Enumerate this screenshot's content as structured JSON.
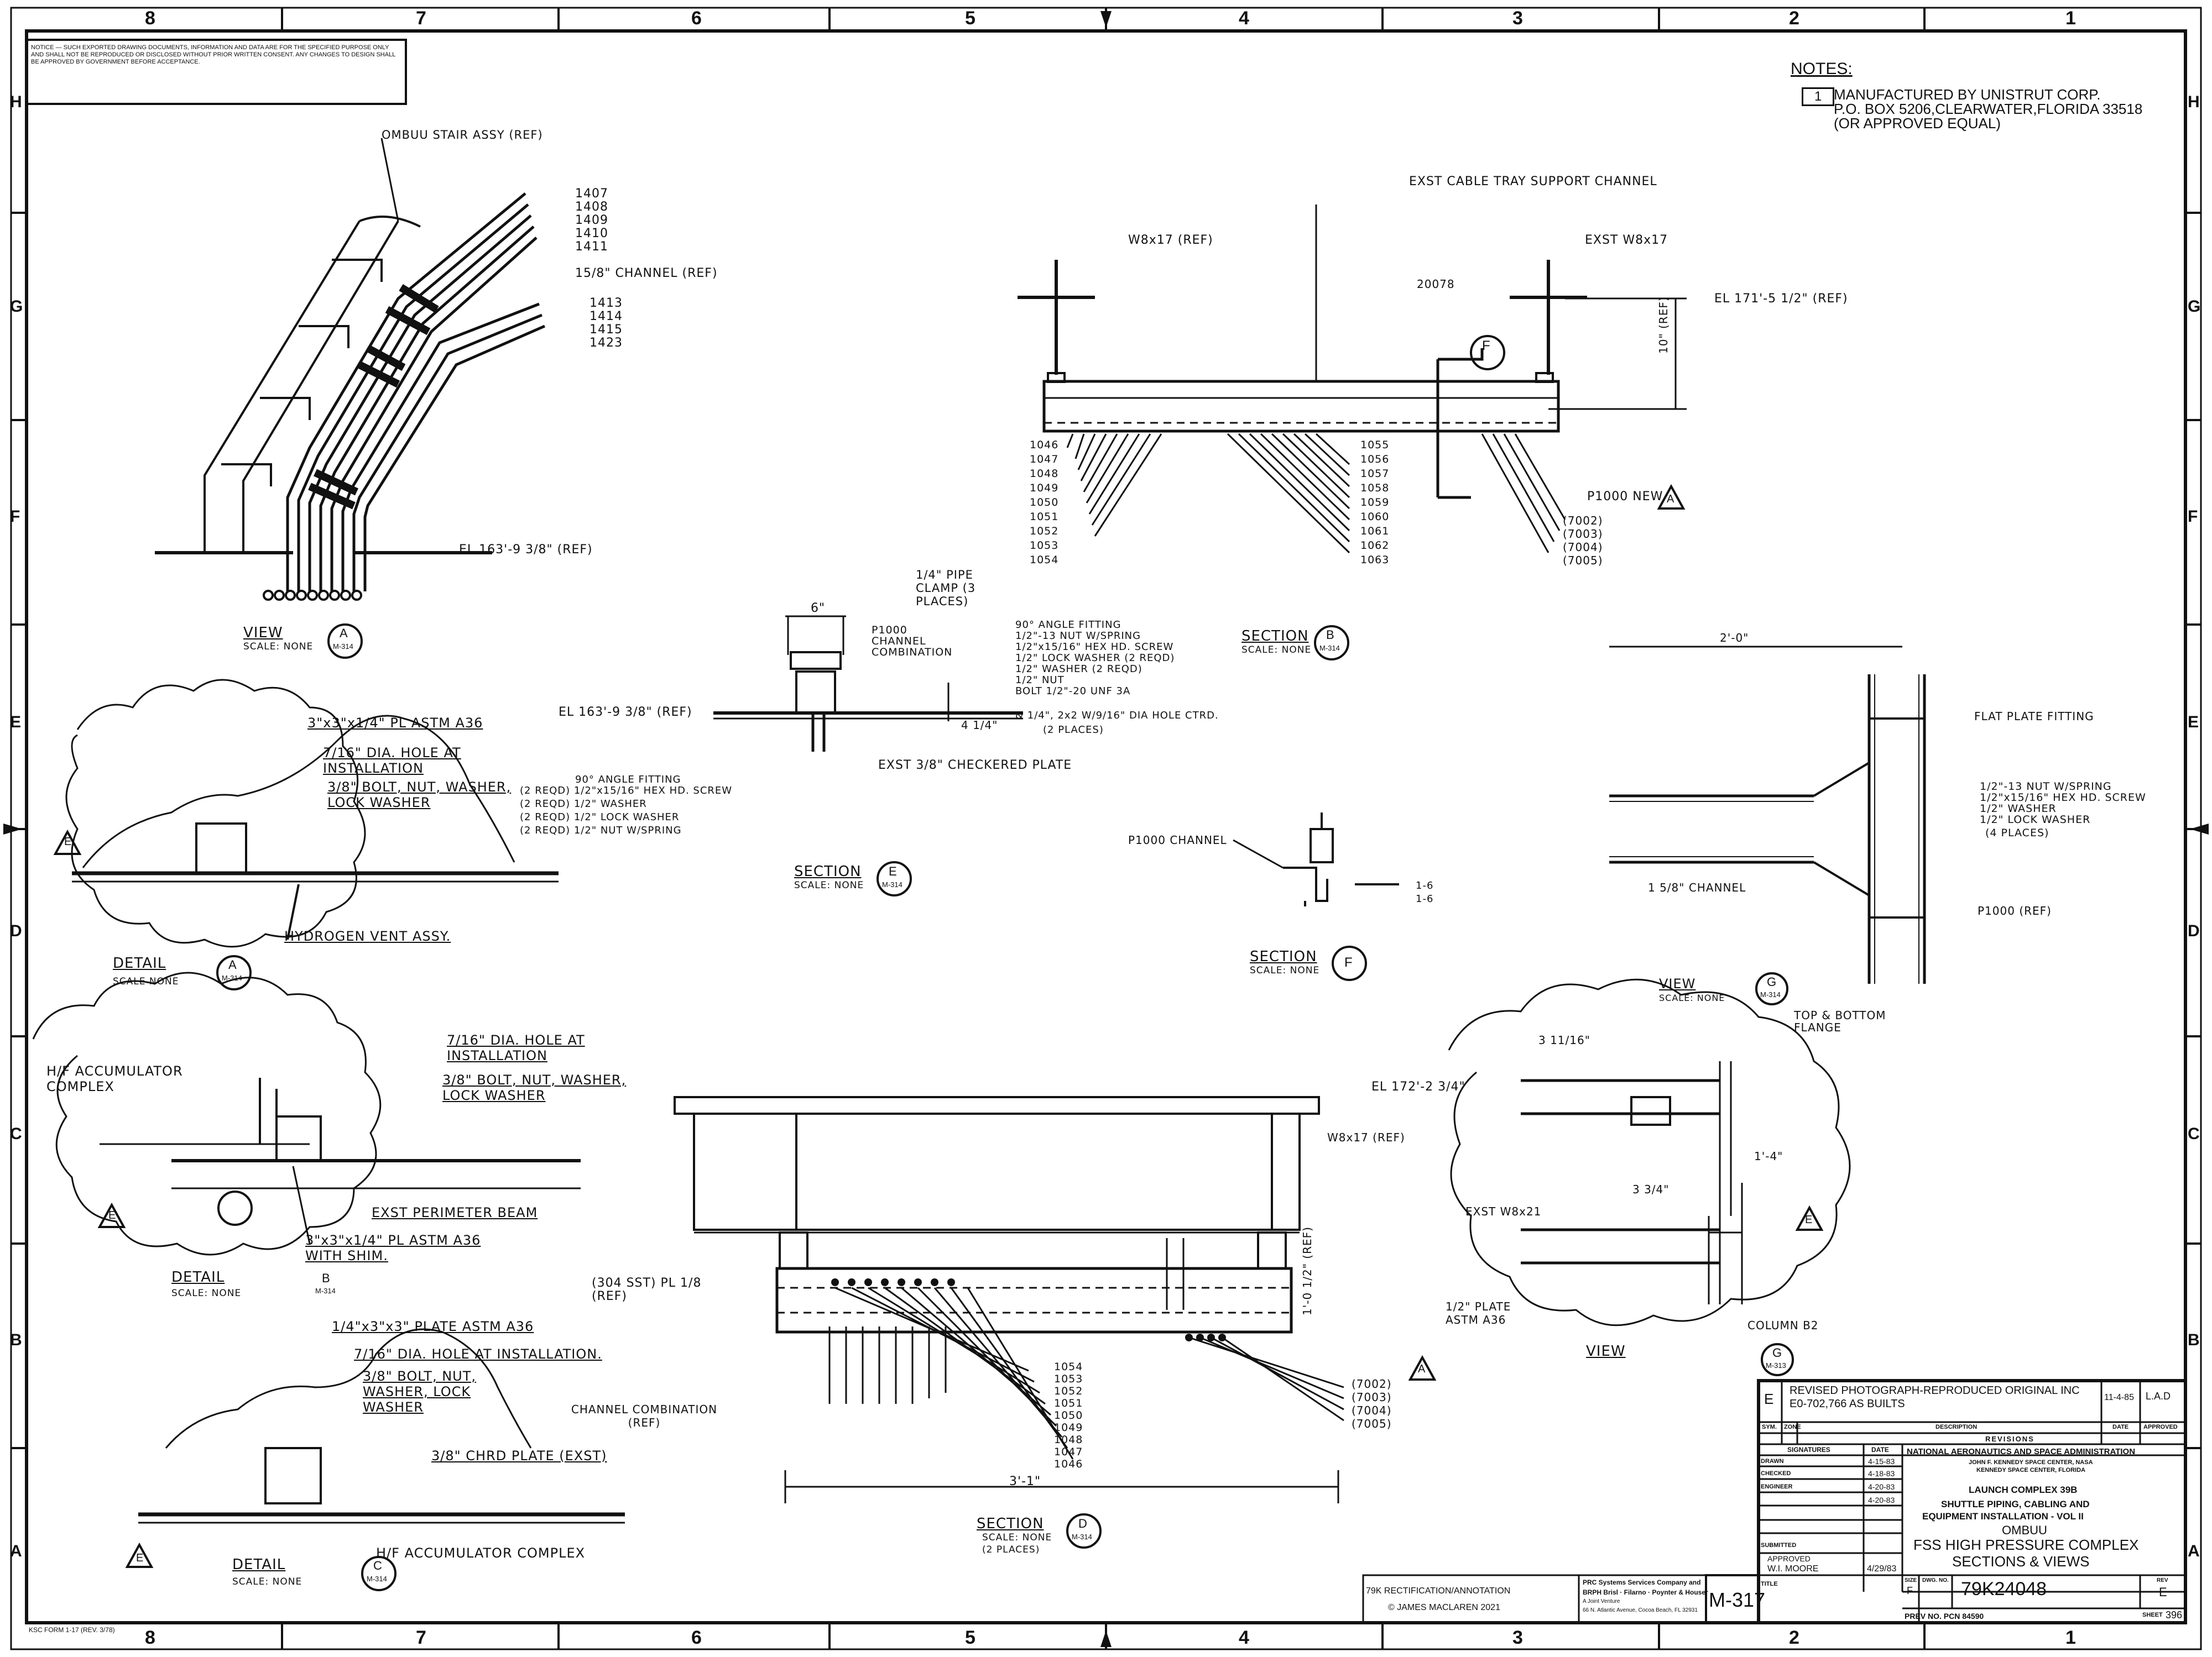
{
  "border": {
    "top_cols": [
      "8",
      "7",
      "6",
      "5",
      "4",
      "3",
      "2",
      "1"
    ],
    "rows": [
      "H",
      "G",
      "F",
      "E",
      "D",
      "C",
      "B",
      "A"
    ]
  },
  "warning_note": "NOTICE — SUCH EXPORTED DRAWING DOCUMENTS, INFORMATION AND DATA ARE FOR THE SPECIFIED PURPOSE ONLY AND SHALL NOT BE REPRODUCED OR DISCLOSED WITHOUT PRIOR WRITTEN CONSENT. ANY CHANGES TO DESIGN SHALL BE APPROVED BY GOVERNMENT BEFORE ACCEPTANCE.",
  "notes": {
    "title": "NOTES:",
    "items": [
      "MANUFACTURED BY UNISTRUT CORP.",
      "P.O. BOX 5206,CLEARWATER,FLORIDA 33518",
      "(OR APPROVED EQUAL)"
    ],
    "flag": "1"
  },
  "view_a": {
    "stair_ref": "OMBUU STAIR ASSY (REF)",
    "callouts_top": [
      "1407",
      "1408",
      "1409",
      "1410",
      "1411"
    ],
    "channel": "15/8\" CHANNEL (REF)",
    "callouts_bottom": [
      "1413",
      "1414",
      "1415",
      "1423"
    ],
    "elevation": "EL 163'-9 3/8\" (REF)",
    "title": "VIEW",
    "scale": "SCALE: NONE",
    "bubble_letter": "A",
    "bubble_sheet": "M-314"
  },
  "section_b": {
    "support": "EXST CABLE TRAY SUPPORT CHANNEL",
    "beam_left": "W8x17 (REF)",
    "beam_right": "EXST W8x17",
    "part": "20078",
    "elevation": "EL 171'-5 1/2\" (REF)",
    "dimension": "10\" (REF)",
    "callouts_left": [
      "1046",
      "1047",
      "1048",
      "1049",
      "1050",
      "1051",
      "1052",
      "1053",
      "1054"
    ],
    "callouts_right": [
      "1055",
      "1056",
      "1057",
      "1058",
      "1059",
      "1060",
      "1061",
      "1062",
      "1063"
    ],
    "p1000": "P1000 NEW",
    "callouts_far": [
      "(7002)",
      "(7003)",
      "(7004)",
      "(7005)"
    ],
    "title": "SECTION",
    "scale": "SCALE: NONE",
    "bubble_letter": "B",
    "bubble_sheet": "M-314",
    "section_f_letter": "F",
    "rev_a": "A"
  },
  "section_e": {
    "pipe_clamp": "1/4\" PIPE CLAMP (3 PLACES)",
    "dim_6": "6\"",
    "p1000_combo": "P1000 CHANNEL COMBINATION",
    "fitting_notes": [
      "90° ANGLE FITTING",
      "1/2\"-13 NUT W/SPRING",
      "1/2\"x15/16\" HEX HD. SCREW",
      "1/2\" LOCK WASHER (2 REQD)",
      "1/2\" WASHER (2 REQD)",
      "1/2\" NUT",
      "BOLT 1/2\"-20 UNF 3A",
      "& 1/4\", 2x2 W/9/16\" DIA HOLE CTRD.",
      "(2 PLACES)"
    ],
    "elevation": "EL 163'-9 3/8\" (REF)",
    "dim_right": "4 1/4\"",
    "plate": "EXST 3/8\" CHECKERED PLATE",
    "left_notes": [
      "90° ANGLE FITTING",
      "(2 REQD) 1/2\"x15/16\" HEX HD. SCREW",
      "(2 REQD) 1/2\" WASHER",
      "(2 REQD) 1/2\" LOCK WASHER",
      "(2 REQD) 1/2\" NUT W/SPRING"
    ],
    "title": "SECTION",
    "scale": "SCALE: NONE",
    "bubble_letter": "E",
    "bubble_sheet": "M-314"
  },
  "section_f": {
    "channel": "P1000 CHANNEL",
    "tags": [
      "1-6",
      "1-6"
    ],
    "title": "SECTION",
    "scale": "SCALE: NONE",
    "bubble_letter": "F"
  },
  "flat_plate": {
    "dim": "2'-0\"",
    "fitting": "FLAT PLATE FITTING",
    "hardware": [
      "1/2\"-13 NUT W/SPRING",
      "1/2\"x15/16\" HEX HD. SCREW",
      "1/2\" WASHER",
      "1/2\" LOCK WASHER",
      "(4 PLACES)"
    ],
    "channel": "1 5/8\" CHANNEL",
    "p1000": "P1000 (REF)"
  },
  "detail_a": {
    "plate": "3\"x3\"x1/4\" PL ASTM A36",
    "hole": "7/16\" DIA. HOLE AT INSTALLATION",
    "bolt": "3/8\" BOLT, NUT, WASHER, LOCK WASHER",
    "vent": "HYDROGEN VENT ASSY.",
    "title": "DETAIL",
    "scale": "SCALE NONE",
    "bubble_letter": "A",
    "bubble_sheet": "M-314",
    "tag": "E"
  },
  "detail_b": {
    "accumulator": "H/F ACCUMULATOR COMPLEX",
    "hole": "7/16\" DIA. HOLE AT INSTALLATION",
    "bolt": "3/8\" BOLT, NUT, WASHER, LOCK WASHER",
    "beam": "EXST PERIMETER BEAM",
    "plate": "3\"x3\"x1/4\" PL ASTM A36 WITH SHIM.",
    "title": "DETAIL",
    "scale": "SCALE: NONE",
    "bubble_letter": "B",
    "bubble_sheet": "M-314",
    "tag": "E"
  },
  "detail_c": {
    "plate": "1/4\"x3\"x3\" PLATE ASTM A36",
    "hole": "7/16\" DIA. HOLE AT INSTALLATION.",
    "bolt": "3/8\" BOLT, NUT, WASHER, LOCK WASHER",
    "chord": "3/8\" CHRD PLATE (EXST)",
    "accumulator": "H/F ACCUMULATOR COMPLEX",
    "title": "DETAIL",
    "scale": "SCALE: NONE",
    "bubble_letter": "C",
    "bubble_sheet": "M-314",
    "tag": "E"
  },
  "section_d": {
    "elevation": "EL 172'-2 3/4\"",
    "beam": "W8x17 (REF)",
    "plate": "(304 SST) PL 1/8 (REF)",
    "dim": "1'-0 1/2\" (REF)",
    "callouts": [
      "1054",
      "1053",
      "1052",
      "1051",
      "1050",
      "1049",
      "1048",
      "1047",
      "1046"
    ],
    "callouts_far": [
      "(7002)",
      "(7003)",
      "(7004)",
      "(7005)"
    ],
    "combo": "CHANNEL COMBINATION (REF)",
    "width": "3'-1\"",
    "title": "SECTION",
    "scale": "SCALE: NONE",
    "places": "(2 PLACES)",
    "bubble_letter": "D",
    "bubble_sheet": "M-314",
    "rev_a": "A"
  },
  "view_g": {
    "title_top": "VIEW",
    "scale_top": "SCALE: NONE",
    "flange": "TOP & BOTTOM FLANGE",
    "dim_a": "3 11/16\"",
    "dim_b": "1'-4\"",
    "dim_c": "3 3/4\"",
    "beam": "EXST W8x21",
    "plate": "1/2\" PLATE ASTM A36",
    "column": "COLUMN B2",
    "title": "VIEW",
    "bubble_letter": "G",
    "bubble_sheet_top": "M-314",
    "bubble_sheet": "M-313",
    "tag": "E"
  },
  "revisions": {
    "sym": "E",
    "description": "REVISED PHOTOGRAPH-REPRODUCED ORIGINAL INC E0-702,766 AS BUILTS",
    "date": "11-4-85",
    "approved": "L.A.D",
    "cols": [
      "SYM.",
      "ZONE",
      "DESCRIPTION",
      "DATE",
      "APPROVED"
    ],
    "header": "REVISIONS"
  },
  "title_block": {
    "sig_header": "SIGNATURES",
    "date_header": "DATE",
    "rows": [
      {
        "role": "DRAWN",
        "date": "4-15-83"
      },
      {
        "role": "CHECKED",
        "date": "4-18-83"
      },
      {
        "role": "ENGINEER",
        "date": "4-20-83"
      },
      {
        "role": "",
        "date": "4-20-83"
      },
      {
        "role": "",
        "date": ""
      }
    ],
    "agency": "NATIONAL AERONAUTICS AND SPACE ADMINISTRATION",
    "center": "JOHN F. KENNEDY SPACE CENTER, NASA",
    "center2": "KENNEDY SPACE CENTER, FLORIDA",
    "complex": "LAUNCH COMPLEX 39B",
    "line1": "SHUTTLE PIPING, CABLING AND",
    "line2": "EQUIPMENT INSTALLATION - VOL II",
    "line3": "OMBUU",
    "line4": "FSS HIGH PRESSURE COMPLEX",
    "line5": "SECTIONS & VIEWS",
    "submitted": "SUBMITTED",
    "approved": "APPROVED",
    "approver": "W.I. MOORE",
    "approver_date": "4/29/83",
    "title_label": "TITLE",
    "size_label": "SIZE",
    "size": "F",
    "dwg_label": "DWG. NO.",
    "dwg_no": "79K24048",
    "rev_label": "REV",
    "rev": "E",
    "prev_no": "PREV NO. PCN 84590",
    "sheet_label": "SHEET",
    "sheet": "396",
    "sheet_no": "M-317",
    "firm1": "PRC Systems Services Company and",
    "firm2": "BRPH Brisl · Filarno · Poynter & Houser",
    "firm3": "A Joint Venture",
    "firm4": "66 N. Atlantic Avenue, Cocoa Beach, FL 32931",
    "rectification": "79K RECTIFICATION/ANNOTATION",
    "copyright": "© JAMES MACLAREN 2021",
    "form": "KSC FORM 1-17 (REV. 3/78)"
  }
}
